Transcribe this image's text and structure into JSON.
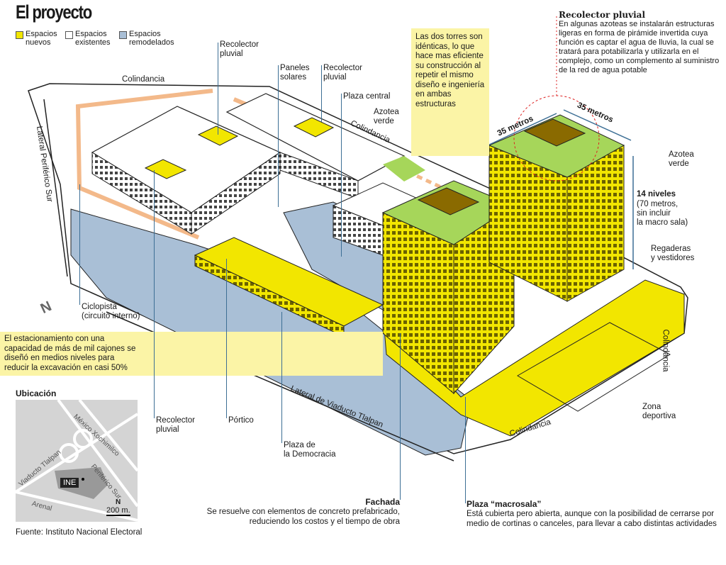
{
  "title": "El proyecto",
  "legend": [
    {
      "label": "Espacios\nnuevos",
      "color": "#f2e600"
    },
    {
      "label": "Espacios\nexistentes",
      "color": "#ffffff"
    },
    {
      "label": "Espacios\nremodelados",
      "color": "#a9bfd6"
    }
  ],
  "colors": {
    "new": "#f2e600",
    "existing": "#ffffff",
    "remodeled": "#a9bfd6",
    "green_roof": "#a6d65a",
    "circuit": "#f3b98a",
    "note_bg": "#fbf4a6",
    "leader": "#3d6f95"
  },
  "labels": {
    "recolector_top": "Recolector\npluvial",
    "paneles": "Paneles\nsolares",
    "recolector_mid": "Recolector\npluvial",
    "plaza_central": "Plaza central",
    "azotea_verde_1": "Azotea\nverde",
    "colindancia_top": "Colindancia",
    "colindancia_mid": "Colindancia",
    "lateral_periferico": "Lateral Periférico Sur",
    "metros_a": "35 metros",
    "metros_b": "35 metros",
    "azotea_verde_2": "Azotea\nverde",
    "niveles_title": "14 niveles",
    "niveles_text": "(70 metros,\nsin incluir\nla macro sala)",
    "regaderas": "Regaderas\ny vestidores",
    "ciclopista": "Ciclopista\n(circuito interno)",
    "recolector_bottom": "Recolector\npluvial",
    "portico": "Pórtico",
    "plaza_democracia": "Plaza de\nla Democracia",
    "lateral_viaducto": "Lateral de Viaducto Tlalpan",
    "colindancia_bottom": "Colindancia",
    "colindancia_right": "Colindancia",
    "zona_deportiva": "Zona\ndeportiva",
    "north": "N"
  },
  "towers_note": "Las dos torres son\nidénticas, lo que\nhace mas eficiente\nsu construcción al\nrepetir el mismo\ndiseño e ingeniería\nen ambas\nestructuras",
  "parking_note": "El estacionamiento con una\ncapacidad de más de mil cajones se\ndiseñó en medios niveles para\nreducir la excavación en casi 50%",
  "recolector_box": {
    "title": "Recolector pluvial",
    "text": "En algunas azoteas se instalarán estructuras\nligeras en forma de pirámide invertida cuya\nfunción es captar el agua de lluvia, la cual se\ntratará para potabilizarla  y utilizarla en el\ncomplejo, como un complemento al suministro\nde la red de agua potable"
  },
  "fachada": {
    "title": "Fachada",
    "text": "Se resuelve con elementos de concreto prefabricado,\nreduciendo los costos y el tiempo de obra"
  },
  "plaza_macrosala": {
    "title": "Plaza “macrosala”",
    "text": "Está cubierta pero abierta, aunque con la posibilidad de cerrarse por\nmedio de cortinas o canceles, para llevar a cabo distintas actividades"
  },
  "map": {
    "title": "Ubicación",
    "streets": [
      "México Xochimilco",
      "Viaducto Tlalpan",
      "Periférico Sur",
      "Arenal"
    ],
    "marker": "INE",
    "north": "N",
    "scale": "200 m."
  },
  "source": "Fuente: Instituto Nacional Electoral"
}
